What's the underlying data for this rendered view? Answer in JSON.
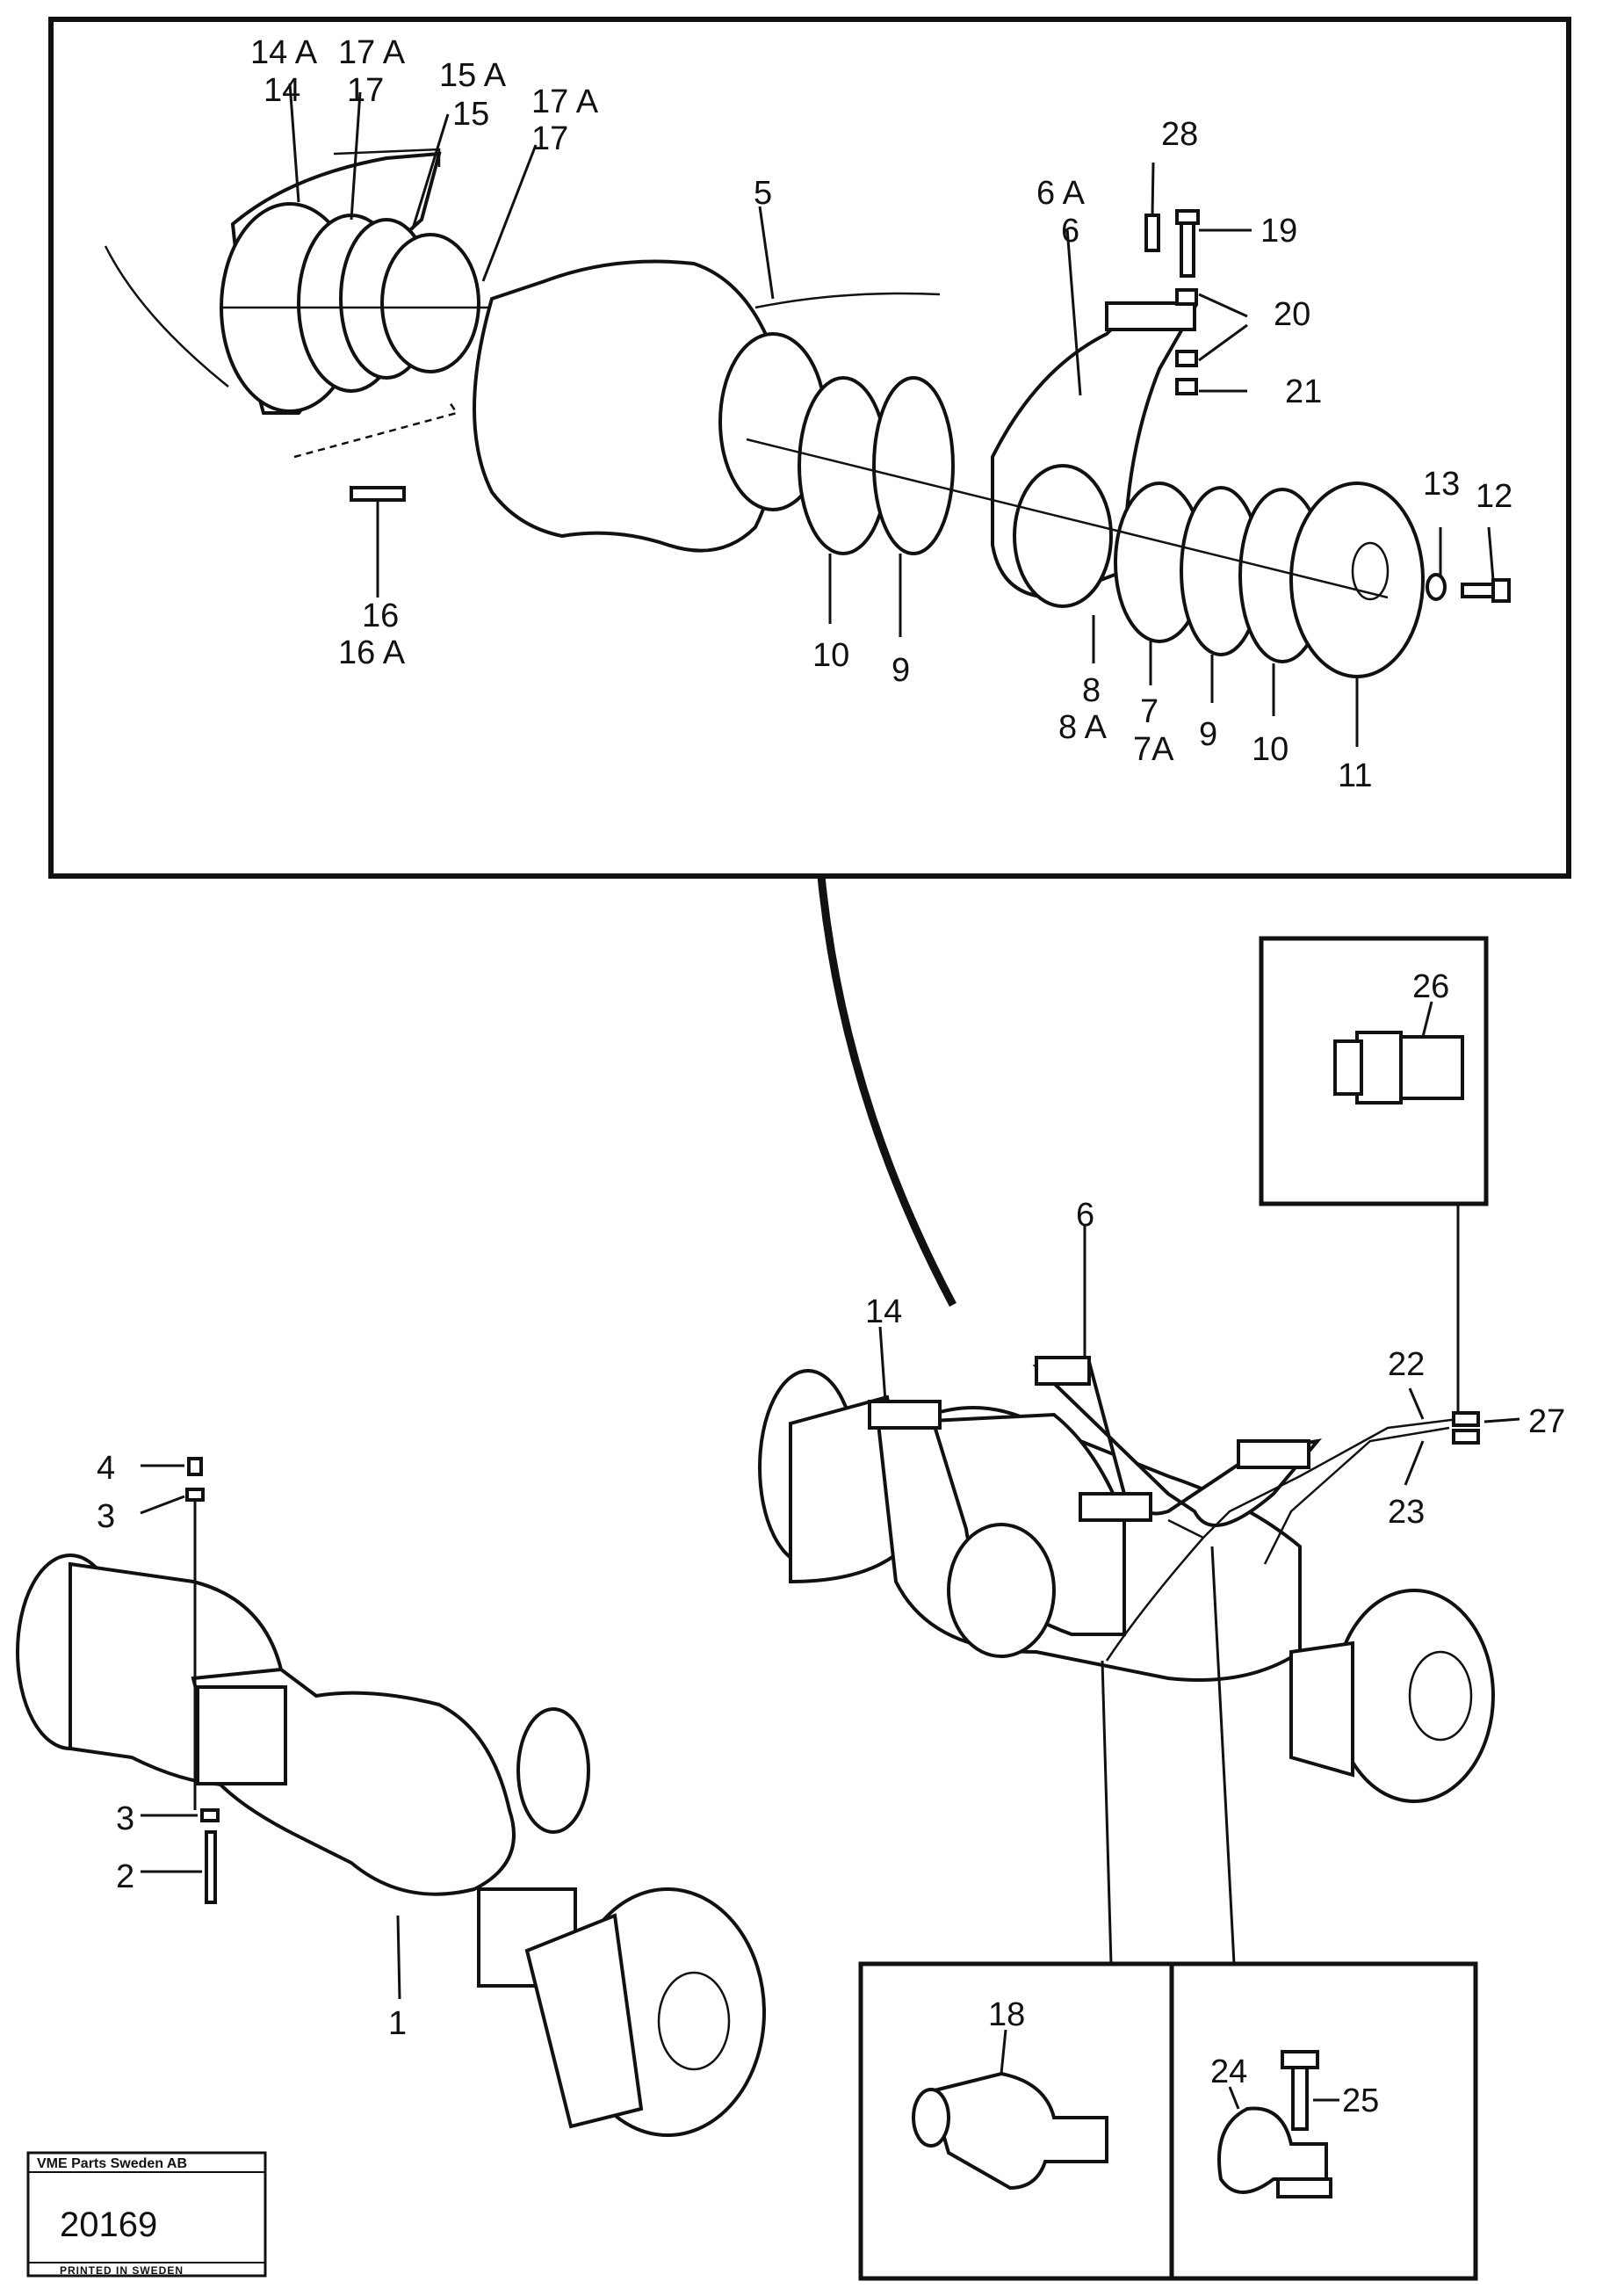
{
  "labels": {
    "l_14A_top": "14 A",
    "l_17A_top": "17 A",
    "l_14_top": "14",
    "l_17_top": "17",
    "l_15A": "15 A",
    "l_17A_b": "17 A",
    "l_15": "15",
    "l_17_b": "17",
    "l_5": "5",
    "l_28": "28",
    "l_6A": "6 A",
    "l_6_top": "6",
    "l_19": "19",
    "l_20": "20",
    "l_21": "21",
    "l_13": "13",
    "l_12": "12",
    "l_16": "16",
    "l_16A": "16 A",
    "l_10_a": "10",
    "l_9_a": "9",
    "l_8": "8",
    "l_8A": "8 A",
    "l_7": "7",
    "l_7A": "7A",
    "l_9_b": "9",
    "l_10_b": "10",
    "l_11": "11",
    "l_26": "26",
    "l_6_mid": "6",
    "l_14_mid": "14",
    "l_22": "22",
    "l_27": "27",
    "l_23": "23",
    "l_4": "4",
    "l_3_a": "3",
    "l_3_b": "3",
    "l_2": "2",
    "l_1": "1",
    "l_18": "18",
    "l_24": "24",
    "l_25": "25"
  },
  "stamp": {
    "company": "VME Parts Sweden AB",
    "number": "20169",
    "printed": "PRINTED IN SWEDEN"
  }
}
